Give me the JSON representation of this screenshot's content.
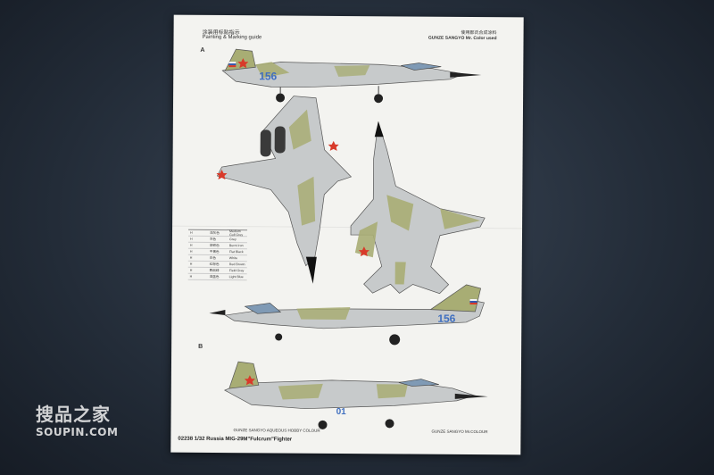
{
  "sheet": {
    "title_cn": "涂装用标贴指示",
    "title_en": "Painting & Marking guide",
    "paint_brand_cn": "使用郡氏合成涂料",
    "paint_brand_en": "GUNZE SANGYO Mr. Color used",
    "profile_a_label": "A",
    "profile_b_label": "B",
    "tail_number_a": "156",
    "tail_number_b": "01",
    "footer_title": "02238 1/32 Russia MIG-29M\"Fulcrum\"Fighter",
    "footer_left_note": "GUNZE SANGYO AQUEOUS HOBBY COLOUR",
    "footer_right_note": "GUNZE SANGYO Mr.COLOUR"
  },
  "legend": [
    {
      "code": "H",
      "cn": "浅灰色",
      "en": "Medium Gull Grey"
    },
    {
      "code": "H",
      "cn": "灰色",
      "en": "Grey"
    },
    {
      "code": "H",
      "cn": "烧铁色",
      "en": "Burnt Iron"
    },
    {
      "code": "H",
      "cn": "平黑色",
      "en": "Flat Black"
    },
    {
      "code": "H",
      "cn": "白色",
      "en": "White"
    },
    {
      "code": "H",
      "cn": "红棕色",
      "en": "Red Brown"
    },
    {
      "code": "H",
      "cn": "野战绿",
      "en": "Field Gray"
    },
    {
      "code": "H",
      "cn": "浅蓝色",
      "en": "Light Blue"
    }
  ],
  "watermark": {
    "cn": "搜品之家",
    "en": "SOUPIN.COM"
  },
  "colors": {
    "background": "#232c38",
    "paper": "#f3f3f0",
    "camo_grey": "#c7cacb",
    "camo_green": "#a8ad74",
    "tail_number": "#3f6fc0",
    "star_red": "#d83a2a"
  }
}
